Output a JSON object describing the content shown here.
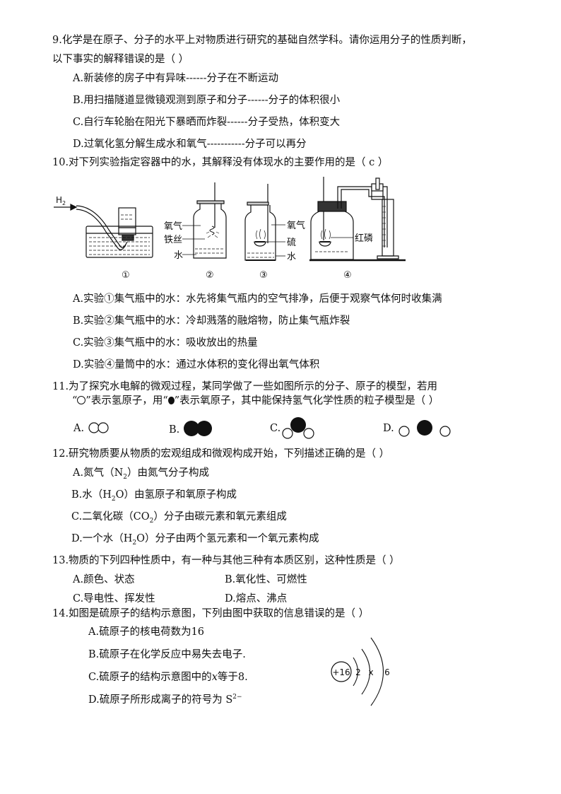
{
  "q9": {
    "stem_line1": "9.化学是在原子、分子的水平上对物质进行研究的基础自然学科。请你运用分子的性质判断，",
    "stem_line2": "以下事实的解释错误的是（    ）",
    "options": [
      "A.新装修的房子中有异味------分子在不断运动",
      "B.用扫描隧道显微镜观测到原子和分子------分子的体积很小",
      "C.自行车轮胎在阳光下暴晒而炸裂------分子受热，体积变大",
      "D.过氧化氢分解生成水和氧气-----------分子可以再分"
    ]
  },
  "q10": {
    "stem": "10.对下列实验指定容器中的水，其解释没有体现水的主要作用的是（  c  ）",
    "figure": {
      "gas_label": "H",
      "gas_sub": "2",
      "exp2_labels": [
        "氧气",
        "铁丝",
        "水"
      ],
      "exp3_labels": [
        "氧气",
        "硫",
        "水"
      ],
      "exp4_labels": [
        "红磷"
      ],
      "captions": [
        "①",
        "②",
        "③",
        "④"
      ]
    },
    "options": [
      "A.实验①集气瓶中的水：水先将集气瓶内的空气排净，后便于观察气体何时收集满",
      "B.实验②集气瓶中的水：冷却溅落的融熔物，防止集气瓶炸裂",
      "C.实验③集气瓶中的水：吸收放出的热量",
      "D.实验④量筒中的水：通过水体积的变化得出氧气体积"
    ]
  },
  "q11": {
    "stem_line1": "11.为了探究水电解的微观过程，某同学做了一些如图所示的分子、原子的模型，若用",
    "stem_line2_a": "“",
    "stem_line2_b": "”表示氢原子，用“",
    "stem_line2_c": "”表示氧原子，其中能保持氢气化学性质的粒子模型是（    ）",
    "options": [
      "A.",
      "B.",
      "C.",
      "D."
    ]
  },
  "q12": {
    "stem": "12.研究物质要从物质的宏观组成和微观构成开始，下列描述正确的是（    ）",
    "optA_pre": "A.氮气（N",
    "optA_sub": "2",
    "optA_post": "）由氮气分子构成",
    "optB_pre": "B.水（H",
    "optB_sub": "2",
    "optB_post": "O）由氢原子和氧原子构成",
    "optC_pre": "C.二氧化碳（CO",
    "optC_sub": "2",
    "optC_post": "）分子由碳元素和氧元素组成",
    "optD_pre": "D.一个水（H",
    "optD_sub": "2",
    "optD_post": "O）分子由两个氢元素和一个氧元素构成"
  },
  "q13": {
    "stem": "13.物质的下列四种性质中，有一种与其他三种有本质区别，这种性质是（    ）",
    "options": [
      "A.颜色、状态",
      "B.氧化性、可燃性",
      "C.导电性、挥发性",
      "D.熔点、沸点"
    ]
  },
  "q14": {
    "stem": "14.如图是硫原子的结构示意图，下列由图中获取的信息错误的是（    ）",
    "optA": "A.硫原子的核电荷数为16",
    "optB": "B.硫原子在化学反应中易失去电子.",
    "optC_pre": "C.硫原子的结构示意图中的",
    "optC_var": "x",
    "optC_post": "等于8.",
    "optD_pre": "D.硫原子所形成离子的符号为 S",
    "optD_sup": "2−",
    "diagram": {
      "nucleus": "+16",
      "shells": [
        "2",
        "x",
        "6"
      ]
    }
  }
}
